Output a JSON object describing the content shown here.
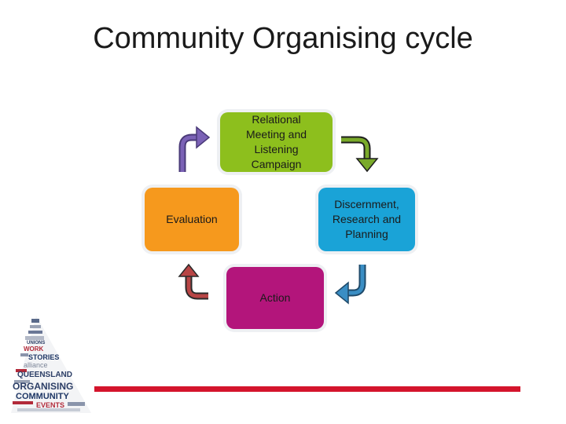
{
  "title": "Community Organising cycle",
  "stages": {
    "relational": "Relational\nMeeting and\nListening\nCampaign",
    "discernment": "Discernment,\nResearch and\nPlanning",
    "evaluation": "Evaluation",
    "action": "Action"
  },
  "colors": {
    "relational": "#8dbf1d",
    "discernment": "#1aa3d7",
    "evaluation": "#f6991d",
    "action": "#b3157b",
    "accent_line": "#d4142c"
  },
  "logo": {
    "words": [
      "UNIONS",
      "WORK",
      "STORIES",
      "alliance",
      "QUEENSLAND",
      "ORGANISING",
      "COMMUNITY",
      "EVENTS"
    ]
  }
}
